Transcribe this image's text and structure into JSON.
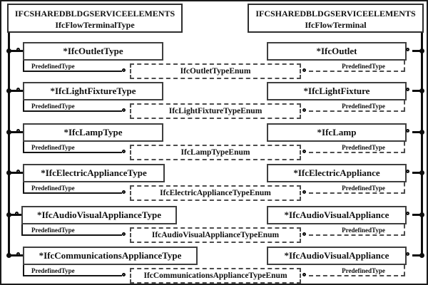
{
  "title": "IFC flow terminal schema diagram",
  "headers": {
    "left": {
      "schema": "IFCSHAREDBLDGSERVICEELEMENTS",
      "entity": "IfcFlowTerminalType"
    },
    "right": {
      "schema": "IFCSHAREDBLDGSERVICEELEMENTS",
      "entity": "IfcFlowTerminal"
    }
  },
  "rows": [
    {
      "left": "*IfcOutletType",
      "right": "*IfcOutlet",
      "enum": "IfcOutletTypeEnum",
      "attr": "PredefinedType"
    },
    {
      "left": "*IfcLightFixtureType",
      "right": "*IfcLightFixture",
      "enum": "IfcLightFixtureTypeEnum",
      "attr": "PredefinedType"
    },
    {
      "left": "*IfcLampType",
      "right": "*IfcLamp",
      "enum": "IfcLampTypeEnum",
      "attr": "PredefinedType"
    },
    {
      "left": "*IfcElectricApplianceType",
      "right": "*IfcElectricAppliance",
      "enum": "IfcElectricApplianceTypeEnum",
      "attr": "PredefinedType"
    },
    {
      "left": "*IfcAudioVisualApplianceType",
      "right": "*IfcAudioVisualAppliance",
      "enum": "IfcAudioVisualApplianceTypeEnum",
      "attr": "PredefinedType"
    },
    {
      "left": "*IfcCommunicationsApplianceType",
      "right": "*IfcAudioVisualAppliance",
      "enum": "IfcCommunicationsApplianceTypeEnum",
      "attr": "PredefinedType"
    }
  ],
  "colors": {
    "line": "#0d0d0d",
    "entity_border": "#3f3f3f",
    "dashed": "#4d4d4d",
    "background": "#ffffff",
    "text": "#101010"
  }
}
